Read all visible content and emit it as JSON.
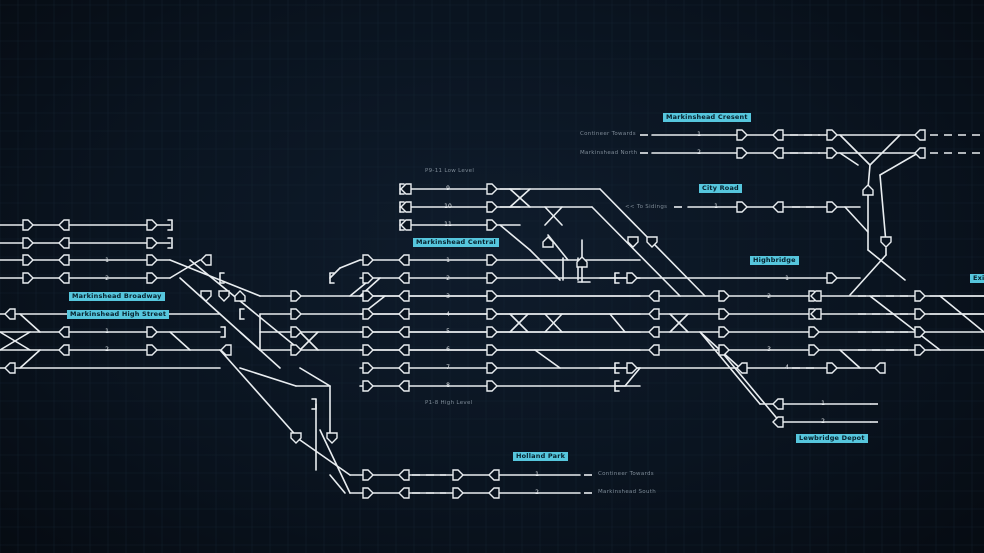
{
  "stations": {
    "crescent": "Markinshead Cresent",
    "city_road": "City Road",
    "central": "Markinshead Central",
    "broadway": "Markinshead Broadway",
    "high_street": "Markinshead High Street",
    "highbridge": "Highbridge",
    "holland_park": "Holland Park",
    "lewbridge_depot": "Lewbridge Depot",
    "exit_partial": "Exi"
  },
  "destinations": {
    "contineer_crescent": "Contineer Towards",
    "markinshead_north": "Markinshead North",
    "to_sidings": "<< To Sidings",
    "contineer_holland": "Contineer Towards",
    "markinshead_south": "Markinshead South"
  },
  "captions": {
    "low_level": "P9-11 Low Level",
    "high_level": "P1-8 High Level"
  },
  "track_numbers": {
    "crescent_1": "1",
    "crescent_2": "2",
    "city_road_1": "1",
    "p9": "9",
    "p10": "10",
    "p11": "11",
    "p1": "1",
    "p2": "2",
    "p3": "3",
    "p4": "4",
    "p5": "5",
    "p6": "6",
    "p7": "7",
    "p8": "8",
    "west_1": "1",
    "west_2": "2",
    "hs_1": "1",
    "hs_2": "2",
    "highbridge_1": "1",
    "east_2": "2",
    "east_3": "3",
    "east_4": "4",
    "depot_1": "1",
    "depot_2": "2",
    "holland_1": "1",
    "holland_2": "2"
  }
}
